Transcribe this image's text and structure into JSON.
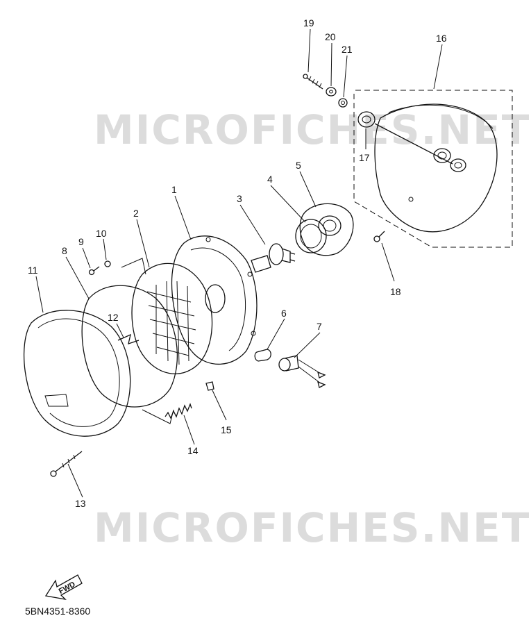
{
  "watermark": {
    "top_text": "MICROFICHES.NET",
    "bottom_text": "MICROFICHES.NET"
  },
  "diagram_code": "5BN4351-8360",
  "fwd_arrow": {
    "label": "FWD"
  },
  "part_numbers": {
    "p1": "1",
    "p2": "2",
    "p3": "3",
    "p4": "4",
    "p5": "5",
    "p6": "6",
    "p7": "7",
    "p8": "8",
    "p9": "9",
    "p10": "10",
    "p11": "11",
    "p12": "12",
    "p13": "13",
    "p14": "14",
    "p15": "15",
    "p16": "16",
    "p17": "17",
    "p18": "18",
    "p19": "19",
    "p20": "20",
    "p21": "21"
  },
  "colors": {
    "line": "#111111",
    "watermark": "#dcdcdc",
    "background": "#ffffff"
  }
}
